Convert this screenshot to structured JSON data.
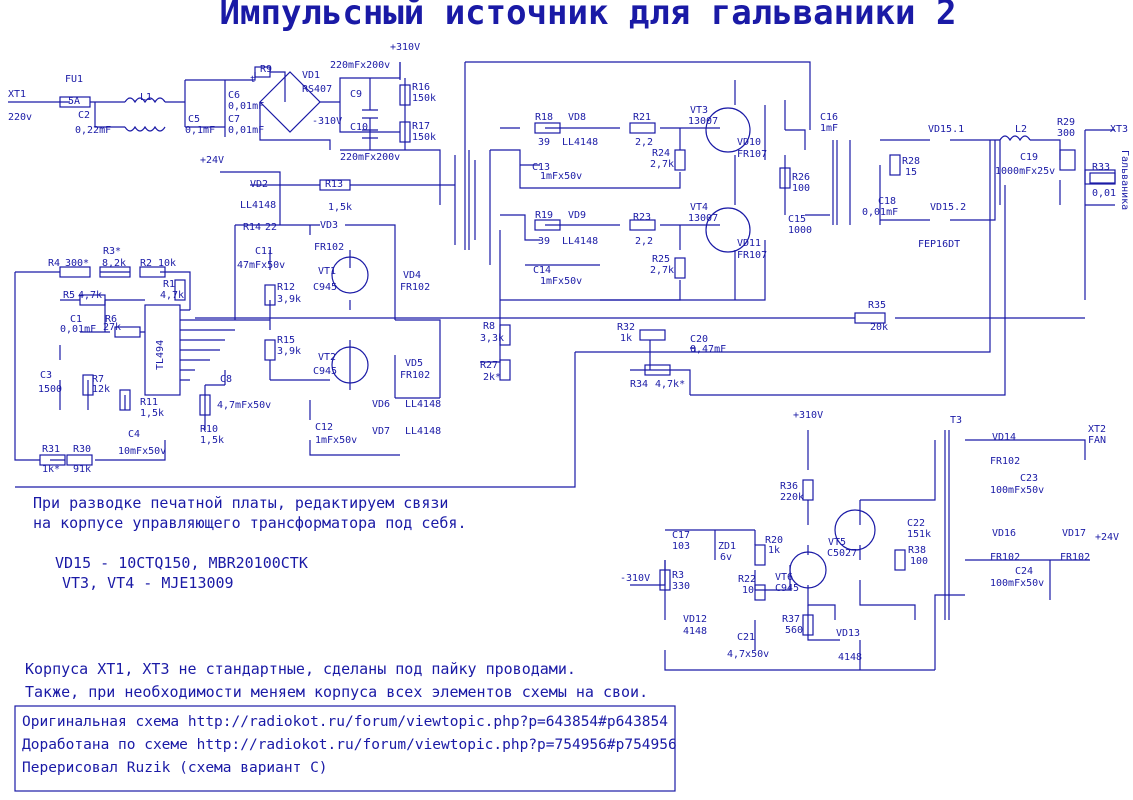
{
  "title": "Импульсный источник для гальваники 2",
  "notes": {
    "pcb_line1": "При разводке печатной платы, редактируем связи",
    "pcb_line2": "на корпусе управляющего трансформатора под себя.",
    "subst_vd15": "VD15 - 10CTQ150, MBR20100CTK",
    "subst_vt": "VT3, VT4 - MJE13009",
    "case_line1": "Корпуса XT1, XT3 не стандартные, сделаны под пайку проводами.",
    "case_line2": "Также, при необходимости меняем корпуса всех элементов схемы на свои."
  },
  "credits": {
    "line1": "Оригинальная схема http://radiokot.ru/forum/viewtopic.php?p=643854#p643854",
    "line2": "Доработана по схеме http://radiokot.ru/forum/viewtopic.php?p=754956#p754956",
    "line3": "Перерисовал Ruzik (схема вариант С)"
  },
  "labels": {
    "xt1": "XT1",
    "v220": "220v",
    "fu1": "FU1",
    "fu1_val": "5A",
    "c2": "C2",
    "c2_val": "0,22mF",
    "l1": "L1",
    "c5": "C5",
    "c5_val": "0,1mF",
    "r9": "R9",
    "t_sym": "t",
    "c6": "C6",
    "c6_val": "0,01mF",
    "c7": "C7",
    "c7_val": "0,01mF",
    "vd1": "VD1",
    "vd1_val": "RS407",
    "p310a": "+310V",
    "m310a": "-310V",
    "c9": "C9",
    "c10": "C10",
    "c_top": "220mFx200v",
    "c_bot": "220mFx200v",
    "r16": "R16",
    "r16_val": "150k",
    "r17": "R17",
    "r17_val": "150k",
    "p24a": "+24V",
    "vd2": "VD2",
    "vd2_val": "LL4148",
    "r13": "R13",
    "r13_val": "1,5k",
    "r14": "R14",
    "r14_val": "22",
    "vd3": "VD3",
    "vd3_val": "FR102",
    "c11": "C11",
    "c11_val": "47mFx50v",
    "vt1": "VT1",
    "vt1_val": "C945",
    "vd4": "VD4",
    "vd4_val": "FR102",
    "r4": "R4",
    "r4_val": "300*",
    "r3": "R3*",
    "r3_val": "8,2k",
    "r2": "R2",
    "r2_val": "10k",
    "r1": "R1",
    "r1_val": "4,7k",
    "r5": "R5",
    "r5_val": "4,7k",
    "c1": "C1",
    "c1_val": "0,01mF",
    "r6": "R6",
    "r6_val": "27k",
    "tl494": "TL494",
    "r12": "R12",
    "r12_val": "3,9k",
    "r15": "R15",
    "r15_val": "3,9k",
    "c3": "C3",
    "c3_val": "1500",
    "r7": "R7",
    "r7_val": "12k",
    "c8": "C8",
    "c8_val": "4,7mFx50v",
    "vt2": "VT2",
    "vt2_val": "C945",
    "vd5": "VD5",
    "vd5_val": "FR102",
    "r11": "R11",
    "r11_val": "1,5k",
    "r10": "R10",
    "r10_val": "1,5k",
    "vd6": "VD6",
    "vd6_val": "LL4148",
    "vd7": "VD7",
    "vd7_val": "LL4148",
    "c12": "C12",
    "c12_val": "1mFx50v",
    "r31": "R31",
    "r31_val": "1k*",
    "r30": "R30",
    "r30_val": "91k",
    "c4": "C4",
    "c4_val": "10mFx50v",
    "r18": "R18",
    "r18_val": "39",
    "vd8": "VD8",
    "vd8_val": "LL4148",
    "c13": "C13",
    "c13_val": "1mFx50v",
    "r21": "R21",
    "r21_val": "2,2",
    "r24": "R24",
    "r24_val": "2,7k",
    "vt3": "VT3",
    "vt3_val": "13007",
    "vd10": "VD10",
    "vd10_val": "FR107",
    "r19": "R19",
    "r19_val": "39",
    "vd9": "VD9",
    "vd9_val": "LL4148",
    "c14": "C14",
    "c14_val": "1mFx50v",
    "r23": "R23",
    "r23_val": "2,2",
    "r25": "R25",
    "r25_val": "2,7k",
    "vt4": "VT4",
    "vt4_val": "13007",
    "vd11": "VD11",
    "vd11_val": "FR107",
    "c16": "C16",
    "c16_val": "1mF",
    "r26": "R26",
    "r26_val": "100",
    "c15": "C15",
    "c15_val": "1000",
    "r8": "R8",
    "r8_val": "3,3k",
    "r27": "R27",
    "r27_val": "2k*",
    "r32": "R32",
    "r32_val": "1k",
    "c20": "C20",
    "c20_val": "0,47mF",
    "r34": "R34",
    "r34_val": "4,7k*",
    "r35": "R35",
    "r35_val": "20k",
    "vd15_1": "VD15.1",
    "vd15_2": "VD15.2",
    "vd15_val": "FEP16DT",
    "r28": "R28",
    "r28_val": "15",
    "c18": "C18",
    "c18_val": "0,01mF",
    "l2": "L2",
    "r29": "R29",
    "r29_val": "300",
    "c19": "C19",
    "c19_val": "1000mFx25v",
    "r33": "R33",
    "r33_val": "0,01",
    "xt3": "XT3",
    "galv": "Гальваника",
    "p310b": "+310V",
    "t3": "T3",
    "vd14": "VD14",
    "vd14_val": "FR102",
    "xt2": "XT2",
    "fan": "FAN",
    "c23": "C23",
    "c23_val": "100mFx50v",
    "r36": "R36",
    "r36_val": "220k",
    "c17": "C17",
    "c17_val": "103",
    "zd1": "ZD1",
    "zd1_val": "6v",
    "r20": "R20",
    "r20_val": "1k",
    "vt5": "VT5",
    "vt5_val": "C5027",
    "c22": "C22",
    "c22_val": "151k",
    "r38": "R38",
    "r38_val": "100",
    "vd16": "VD16",
    "vd16_val": "FR102",
    "vd17": "VD17",
    "vd17_val": "FR102",
    "p24b": "+24V",
    "m310b": "-310V",
    "r3b": "R3",
    "r3b_val": "330",
    "r22": "R22",
    "r22_val": "10",
    "vt6": "VT6",
    "vt6_val": "C945",
    "c24": "C24",
    "c24_val": "100mFx50v",
    "vd12": "VD12",
    "vd12_val": "4148",
    "c21": "C21",
    "c21_val": "4,7x50v",
    "r37": "R37",
    "r37_val": "560",
    "vd13": "VD13",
    "vd13_val": "4148"
  }
}
